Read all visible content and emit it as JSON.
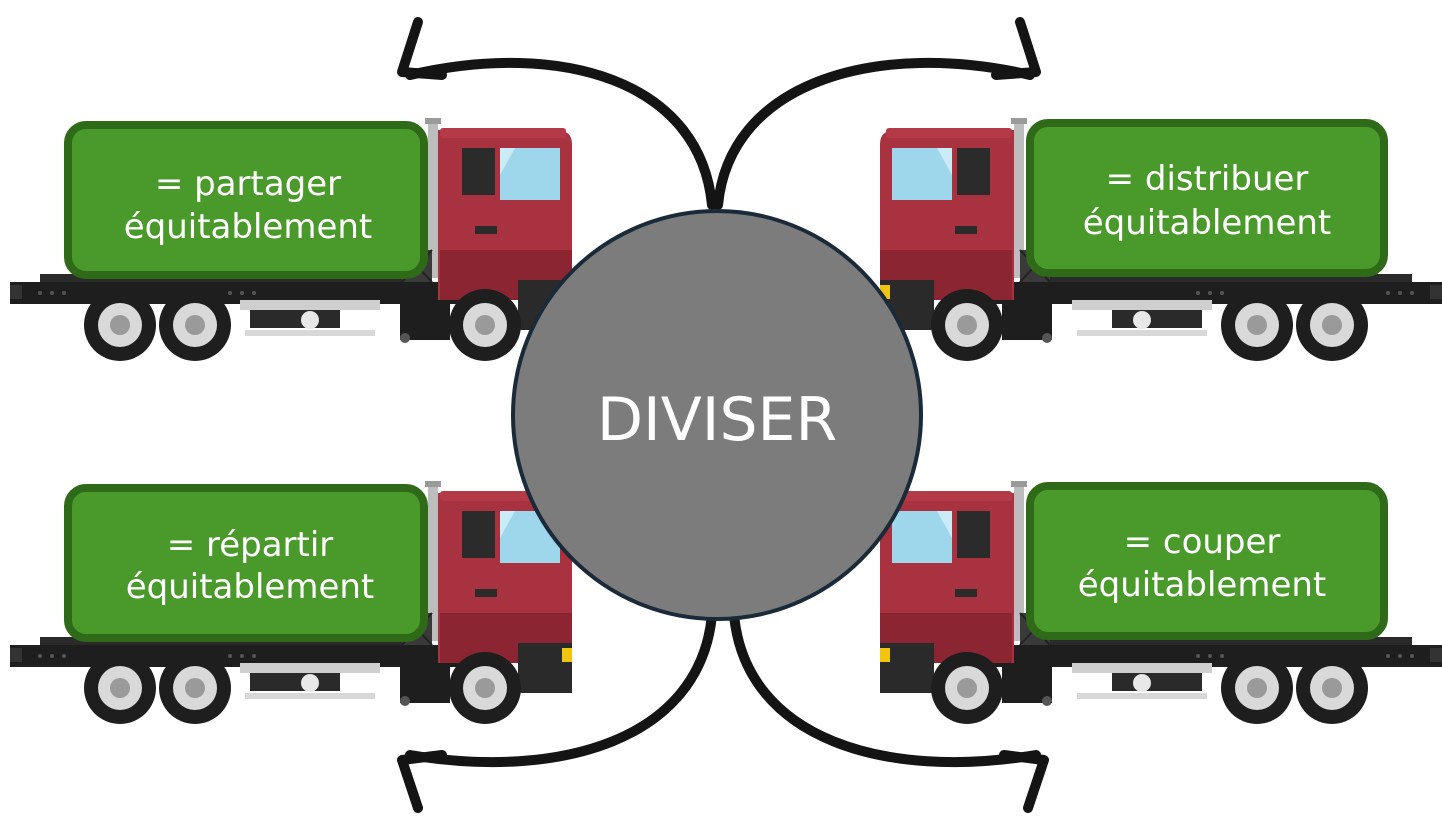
{
  "center": {
    "label": "DIVISER"
  },
  "trucks": [
    {
      "id": "top-left",
      "line1": "= partager",
      "line2": "équitablement"
    },
    {
      "id": "top-right",
      "line1": "= distribuer",
      "line2": "équitablement"
    },
    {
      "id": "bottom-left",
      "line1": "= répartir",
      "line2": "équitablement"
    },
    {
      "id": "bottom-right",
      "line1": "= couper",
      "line2": "équitablement"
    }
  ],
  "colors": {
    "cargo_fill": "#4a9a2b",
    "cargo_border": "#2f6a18",
    "cab_red": "#a8323f",
    "chassis": "#1e1e1e",
    "circle_fill": "#7c7c7c",
    "circle_border": "#1a2a38",
    "arrow": "#141414"
  }
}
